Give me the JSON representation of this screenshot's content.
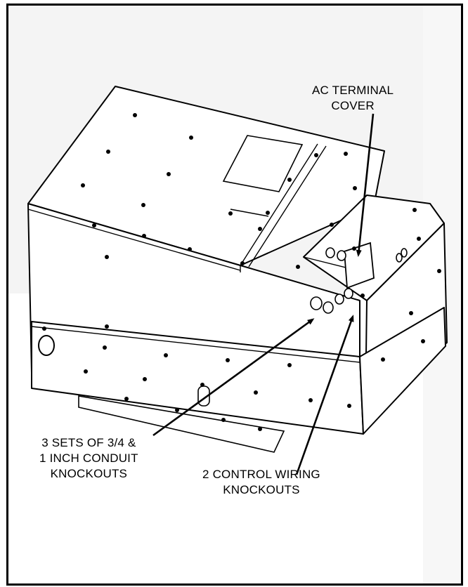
{
  "callouts": {
    "ac_terminal_cover": [
      "AC TERMINAL",
      "COVER"
    ],
    "conduit_knockouts": [
      "3 SETS OF 3/4 &",
      "1 INCH CONDUIT",
      "KNOCKOUTS"
    ],
    "control_wiring_knockouts": [
      "2 CONTROL WIRING",
      "KNOCKOUTS"
    ]
  },
  "colors": {
    "line": "#000000",
    "panel": "#ffffff",
    "shading": "#eeeeee"
  }
}
